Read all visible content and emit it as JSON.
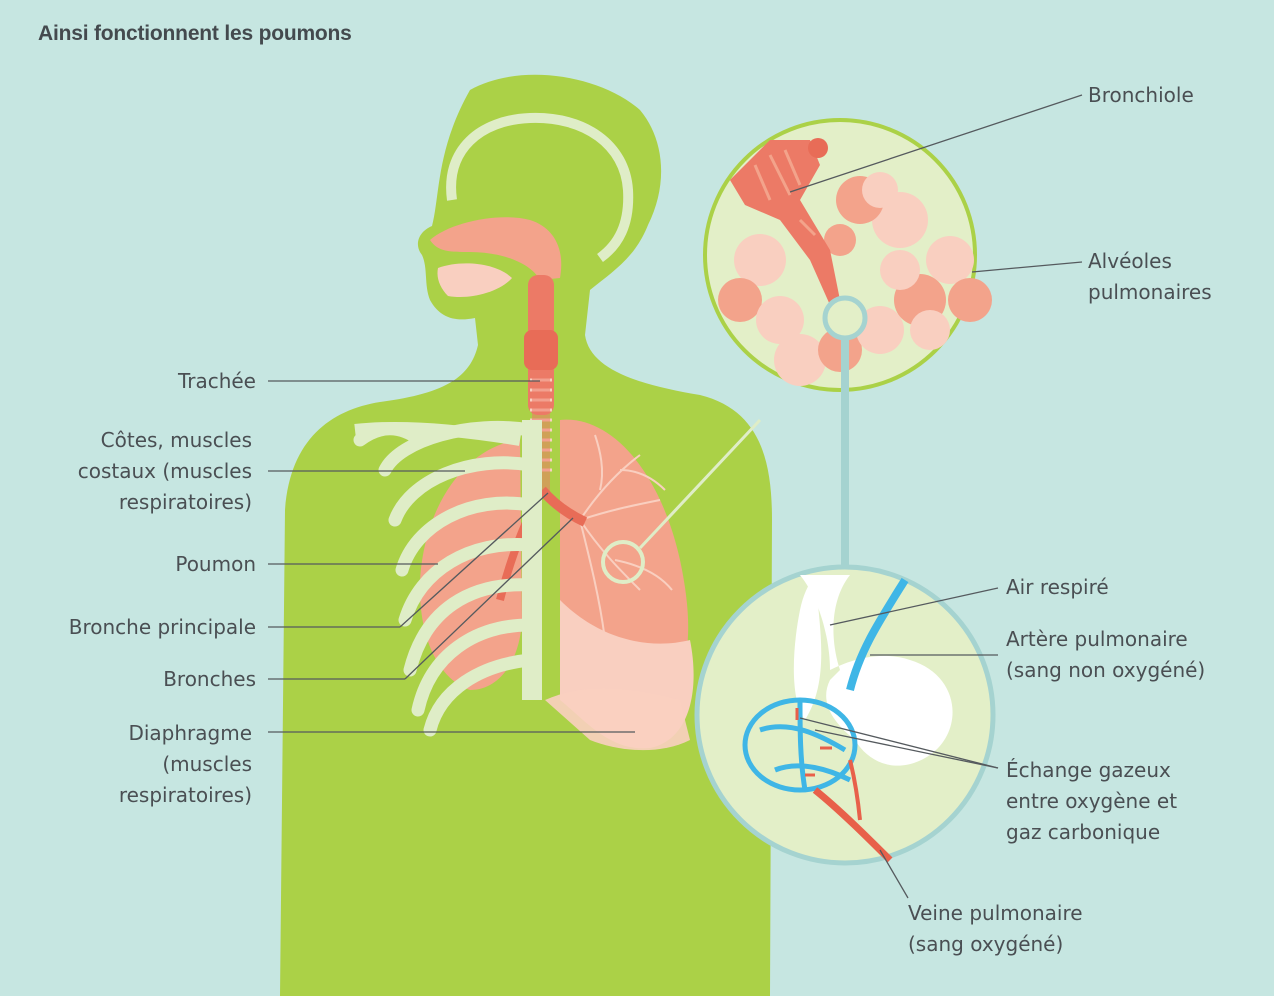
{
  "title": "Ainsi fonctionnent les poumons",
  "colors": {
    "background": "#c6e6e1",
    "body": "#abd147",
    "bone": "#dfedc7",
    "lung": "#f3a38b",
    "lung_light": "#f9cfc0",
    "airway": "#ec7a66",
    "artery_blue": "#3fb6e6",
    "vein_red": "#e8604a",
    "magnifier_ring": "#a5d3d0",
    "leader_line": "#555a5e"
  },
  "labels": {
    "trachee": [
      "Trachée"
    ],
    "cotes": [
      "Côtes, muscles",
      "costaux (muscles",
      "respiratoires)"
    ],
    "poumon": [
      "Poumon"
    ],
    "bronche_principale": [
      "Bronche principale"
    ],
    "bronches": [
      "Bronches"
    ],
    "diaphragme": [
      "Diaphragme",
      "(muscles",
      "respiratoires)"
    ],
    "bronchiole": [
      "Bronchiole"
    ],
    "alveoles": [
      "Alvéoles",
      "pulmonaires"
    ],
    "air_respire": [
      "Air respiré"
    ],
    "artere": [
      "Artère pulmonaire",
      "(sang non oxygéné)"
    ],
    "echange": [
      "Échange gazeux",
      "entre oxygène et",
      "gaz carbonique"
    ],
    "veine": [
      "Veine pulmonaire",
      "(sang oxygéné)"
    ]
  }
}
